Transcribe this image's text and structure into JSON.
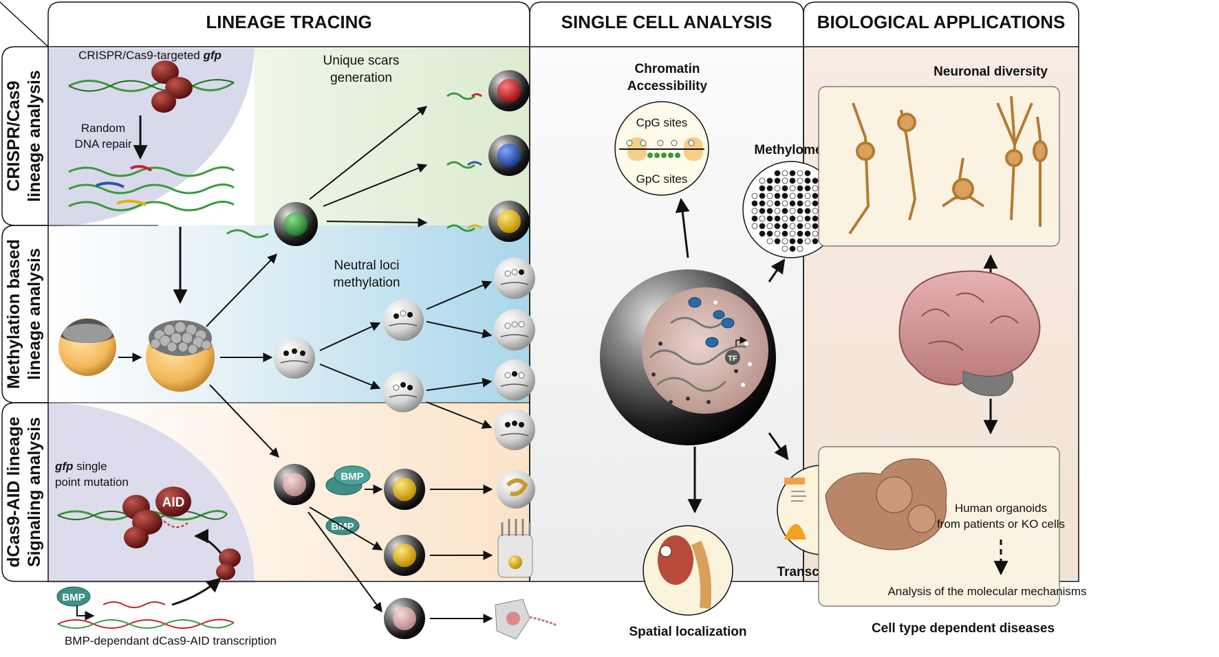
{
  "headers": {
    "lineage_tracing": "LINEAGE TRACING",
    "single_cell": "SINGLE CELL ANALYSIS",
    "bio_apps": "BIOLOGICAL APPLICATIONS"
  },
  "side_labels": {
    "crispr_1": "CRISPR/Cas9",
    "crispr_2": "lineage analysis",
    "meth_1": "Methylation based",
    "meth_2": "lineage analysis",
    "dcas_1": "dCas9-AID lineage",
    "dcas_2": "Signaling analysis"
  },
  "crispr": {
    "title_prefix": "CRISPR/Cas9-targeted ",
    "title_gene": "gfp",
    "repair_1": "Random",
    "repair_2": "DNA repair",
    "scars_1": "Unique scars",
    "scars_2": "generation"
  },
  "methylation": {
    "loci_1": "Neutral loci",
    "loci_2": "methylation"
  },
  "dcas": {
    "mut_gene": "gfp",
    "mut_1_rest": " single",
    "mut_2": "point mutation",
    "aid": "AID",
    "bmp": "BMP",
    "bmp_transcription": "BMP-dependant dCas9-AID transcription"
  },
  "single_cell": {
    "chromatin_1": "Chromatin",
    "chromatin_2": "Accessibility",
    "cpg": "CpG sites",
    "gpc": "GpC sites",
    "methylome": "Methylome",
    "transcriptome": "Transcriptome",
    "spatial": "Spatial localization",
    "tf": "TF"
  },
  "bio": {
    "neuronal": "Neuronal diversity",
    "organoids_1": "Human organoids",
    "organoids_2": "from patients or KO cells",
    "mechanisms": "Analysis of the molecular mechanisms",
    "diseases": "Cell type dependent diseases"
  },
  "colors": {
    "green_panel": "#e3efd9",
    "blue_panel": "#bfe0ee",
    "peach_panel": "#fbe7d2",
    "gray_panel": "#efefef",
    "bio_panel": "#f6e6dc",
    "lavender": "#d8d8ec",
    "dna_green": "#3a9a3a",
    "scar_red": "#c0262c",
    "scar_blue": "#2f55a8",
    "scar_yellow": "#e0b400",
    "cas9": "#7a1f1f",
    "bmp": "#3e8f86",
    "neuron": "#d8a25c"
  }
}
